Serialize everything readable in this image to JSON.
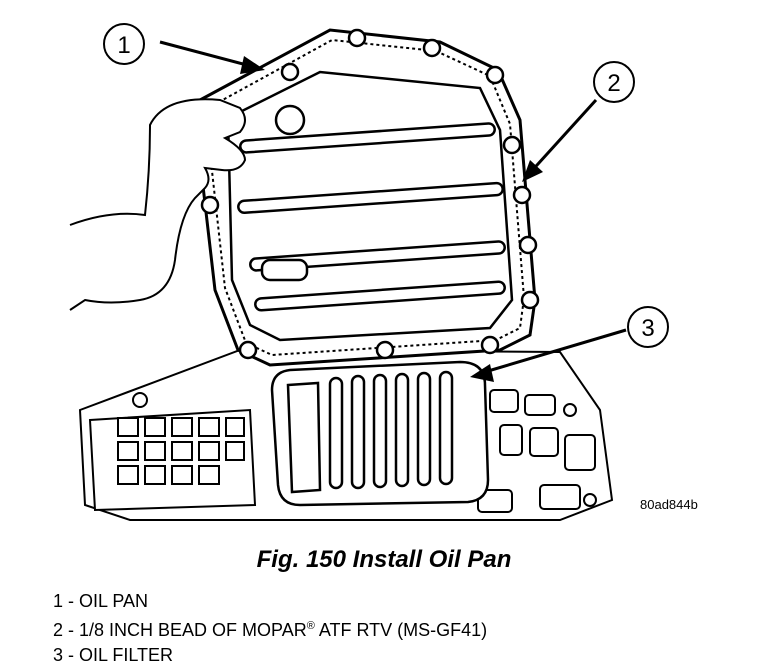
{
  "figure": {
    "callouts": [
      "1",
      "2",
      "3"
    ],
    "image_code": "80ad844b"
  },
  "caption": "Fig. 150 Install Oil Pan",
  "legend": {
    "item1": "1 - OIL PAN",
    "item2_before": "2 - 1/8 INCH BEAD OF MOPAR",
    "item2_reg": "®",
    "item2_after": " ATF RTV (MS-GF41)",
    "item3": "3 - OIL FILTER"
  }
}
